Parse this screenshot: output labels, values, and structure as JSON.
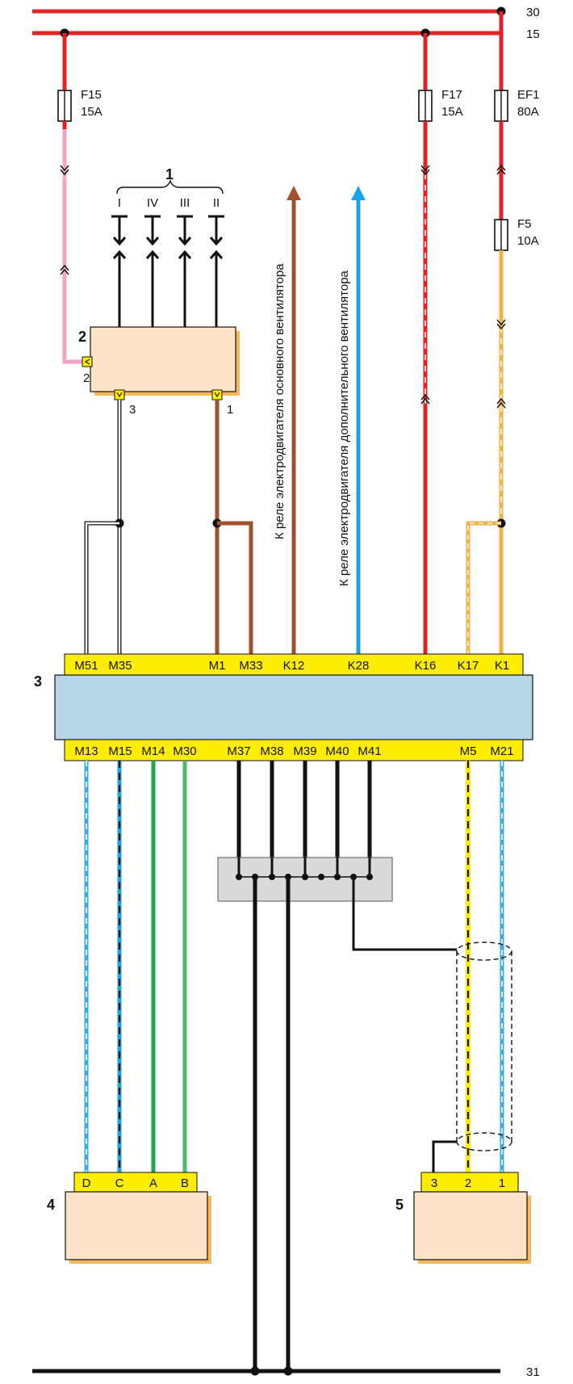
{
  "rails": {
    "rail_30": "30",
    "rail_15": "15",
    "rail_31": "31"
  },
  "fuses": {
    "f15": {
      "name": "F15",
      "rating": "15A"
    },
    "f17": {
      "name": "F17",
      "rating": "15A"
    },
    "ef1": {
      "name": "EF1",
      "rating": "80A"
    },
    "f5": {
      "name": "F5",
      "rating": "10A"
    }
  },
  "components": {
    "c1": "1",
    "c2": "2",
    "c3": "3",
    "c4": "4",
    "c5": "5"
  },
  "switch_positions": [
    "I",
    "IV",
    "III",
    "II"
  ],
  "component2_pins": {
    "p2": "2",
    "p3": "3",
    "p1": "1"
  },
  "arrows": {
    "main_fan": "К реле электродвигателя основного вентилятора",
    "aux_fan": "К реле электродвигателя дополнительного вентилятора"
  },
  "ecu_top_pins": [
    "M51",
    "M35",
    "M1",
    "M33",
    "K12",
    "K28",
    "K16",
    "K17",
    "K1"
  ],
  "ecu_bottom_pins": [
    "M13",
    "M15",
    "M14",
    "M30",
    "M37",
    "M38",
    "M39",
    "M40",
    "M41",
    "M5",
    "M21"
  ],
  "comp4_pins": [
    "D",
    "C",
    "A",
    "B"
  ],
  "comp5_pins": [
    "3",
    "2",
    "1"
  ],
  "colors": {
    "red": "#e32227",
    "pink": "#f0a6c8",
    "orange": "#f7b046",
    "brown": "#a0522d",
    "blue": "#1aa3e8",
    "lightblue": "#36aee2",
    "green": "#1fa64a",
    "lightgreen": "#4dbb6e",
    "yellow": "#ffed00",
    "black": "#1a1a1a",
    "component_fill": "#fde3c8",
    "ecu_fill": "#b6d6e6",
    "splice_fill": "#d9d9d9"
  }
}
